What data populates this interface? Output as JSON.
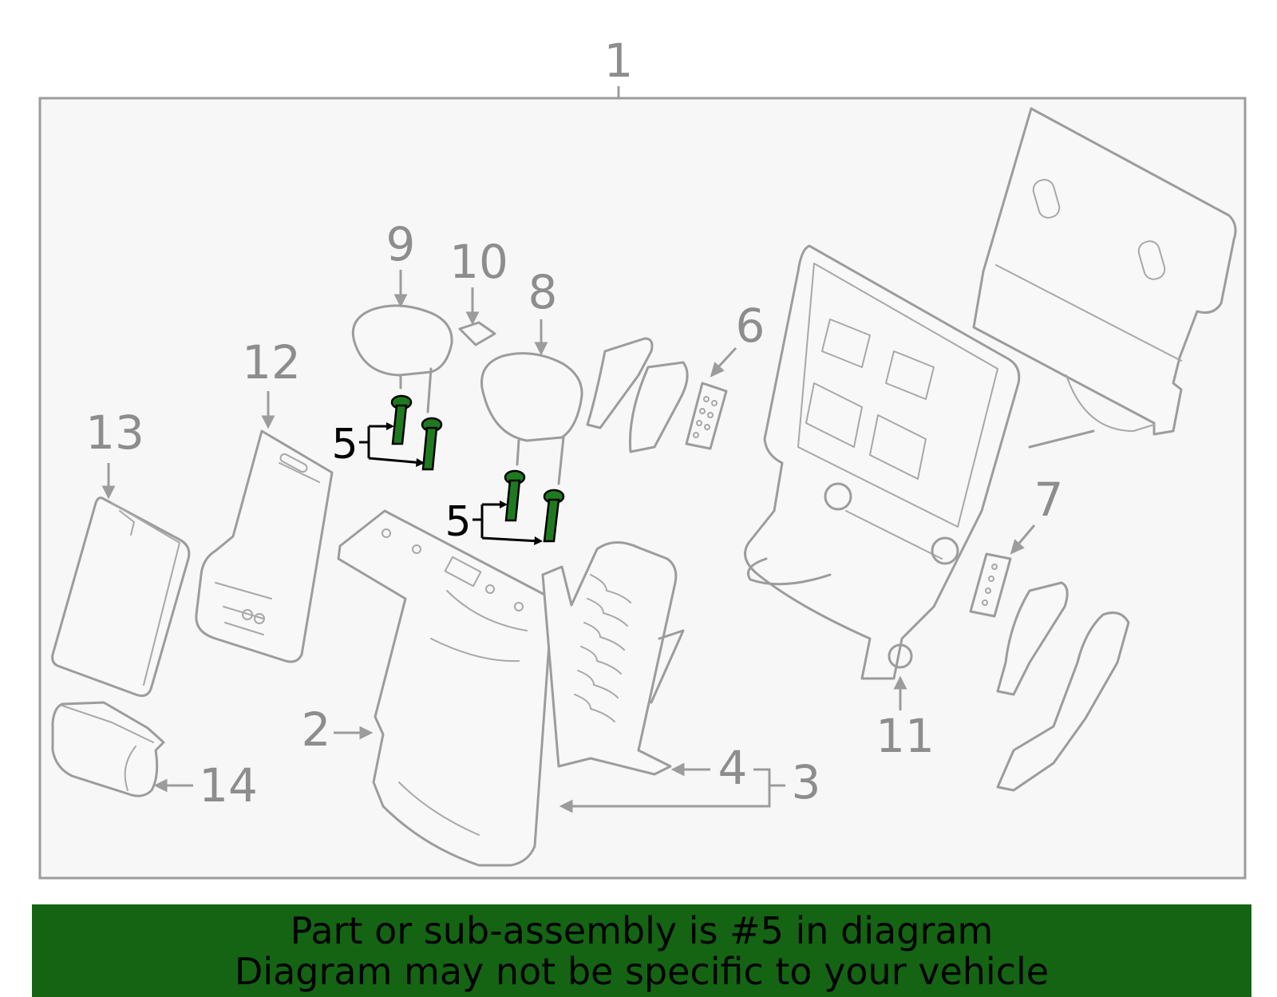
{
  "callouts": {
    "c1": "1",
    "c2": "2",
    "c3": "3",
    "c4": "4",
    "c5a": "5",
    "c5b": "5",
    "c6": "6",
    "c7": "7",
    "c8": "8",
    "c9": "9",
    "c10": "10",
    "c11": "11",
    "c12": "12",
    "c13": "13",
    "c14": "14"
  },
  "banner": {
    "line1": "Part or sub-assembly is #5 in diagram",
    "line2": "Diagram may not be specific to your vehicle"
  },
  "colors": {
    "banner_bg": "#146414",
    "highlight_part": "#1f7a1f",
    "outline": "#9c9c9c"
  }
}
